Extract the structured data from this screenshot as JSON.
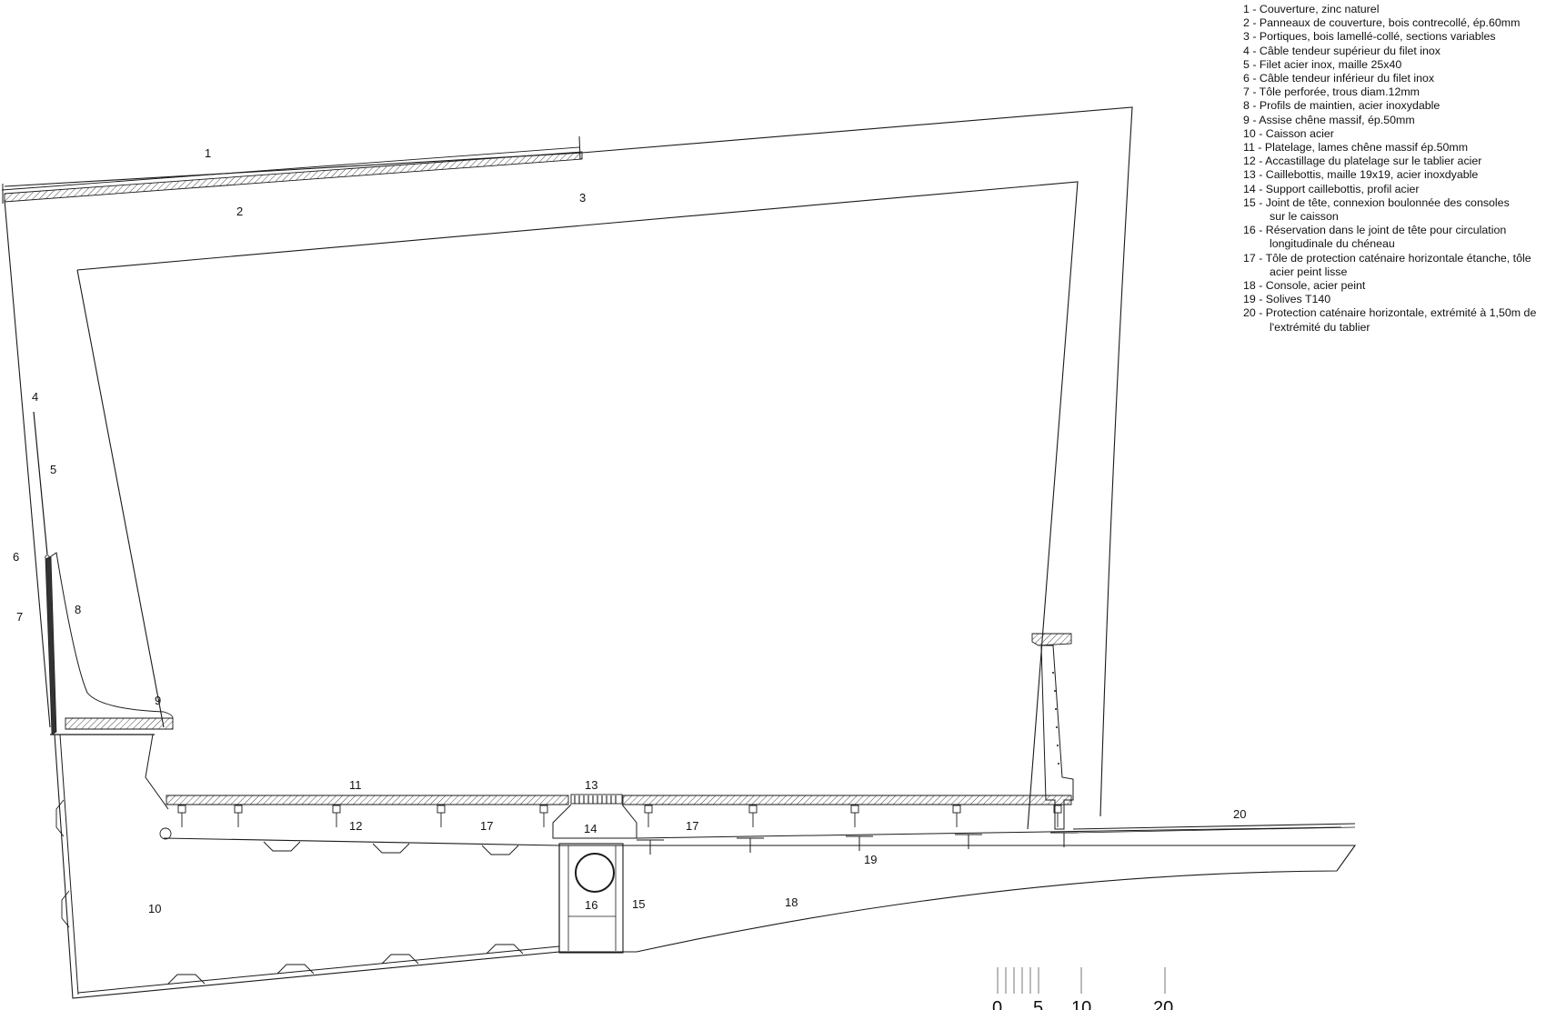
{
  "legend": [
    {
      "line": "1 - Couverture, zinc naturel"
    },
    {
      "line": "2 - Panneaux de couverture, bois contrecollé, ép.60mm"
    },
    {
      "line": "3 - Portiques, bois lamellé-collé, sections variables"
    },
    {
      "line": "4 - Câble tendeur supérieur du filet inox"
    },
    {
      "line": "5 - Filet acier inox, maille 25x40"
    },
    {
      "line": "6 - Câble tendeur inférieur du filet inox"
    },
    {
      "line": "7 - Tôle perforée, trous diam.12mm"
    },
    {
      "line": "8 - Profils de maintien, acier inoxydable"
    },
    {
      "line": "9 - Assise chêne massif, ép.50mm"
    },
    {
      "line": "10 - Caisson acier"
    },
    {
      "line": "11 - Platelage, lames chêne massif ép.50mm"
    },
    {
      "line": "12 - Accastillage du platelage sur le tablier acier"
    },
    {
      "line": "13 - Caillebottis, maille 19x19, acier inoxdyable"
    },
    {
      "line": "14 - Support caillebottis, profil acier"
    },
    {
      "line": "15 - Joint de tête, connexion boulonnée des consoles",
      "cont": "sur le caisson"
    },
    {
      "line": "16 - Réservation dans le joint de tête pour circulation",
      "cont": "longitudinale du chéneau"
    },
    {
      "line": "17 - Tôle de protection caténaire horizontale étanche, tôle",
      "cont": "acier peint lisse"
    },
    {
      "line": "18 - Console, acier peint"
    },
    {
      "line": "19 - Solives T140"
    },
    {
      "line": "20 - Protection caténaire horizontale, extrémité à 1,50m de",
      "cont": "l'extrémité du tablier"
    }
  ],
  "callouts": {
    "c1": "1",
    "c2": "2",
    "c3": "3",
    "c4": "4",
    "c5": "5",
    "c6": "6",
    "c7": "7",
    "c8": "8",
    "c9": "9",
    "c10": "10",
    "c11": "11",
    "c12": "12",
    "c13": "13",
    "c14": "14",
    "c15": "15",
    "c16": "16",
    "c17a": "17",
    "c17b": "17",
    "c18": "18",
    "c19": "19",
    "c20": "20"
  },
  "scale_bar": {
    "t0": "0",
    "t5": "5",
    "t10": "10",
    "t20": "20"
  },
  "colors": {
    "line": "#1a1a1a",
    "hatch": "#555555"
  }
}
